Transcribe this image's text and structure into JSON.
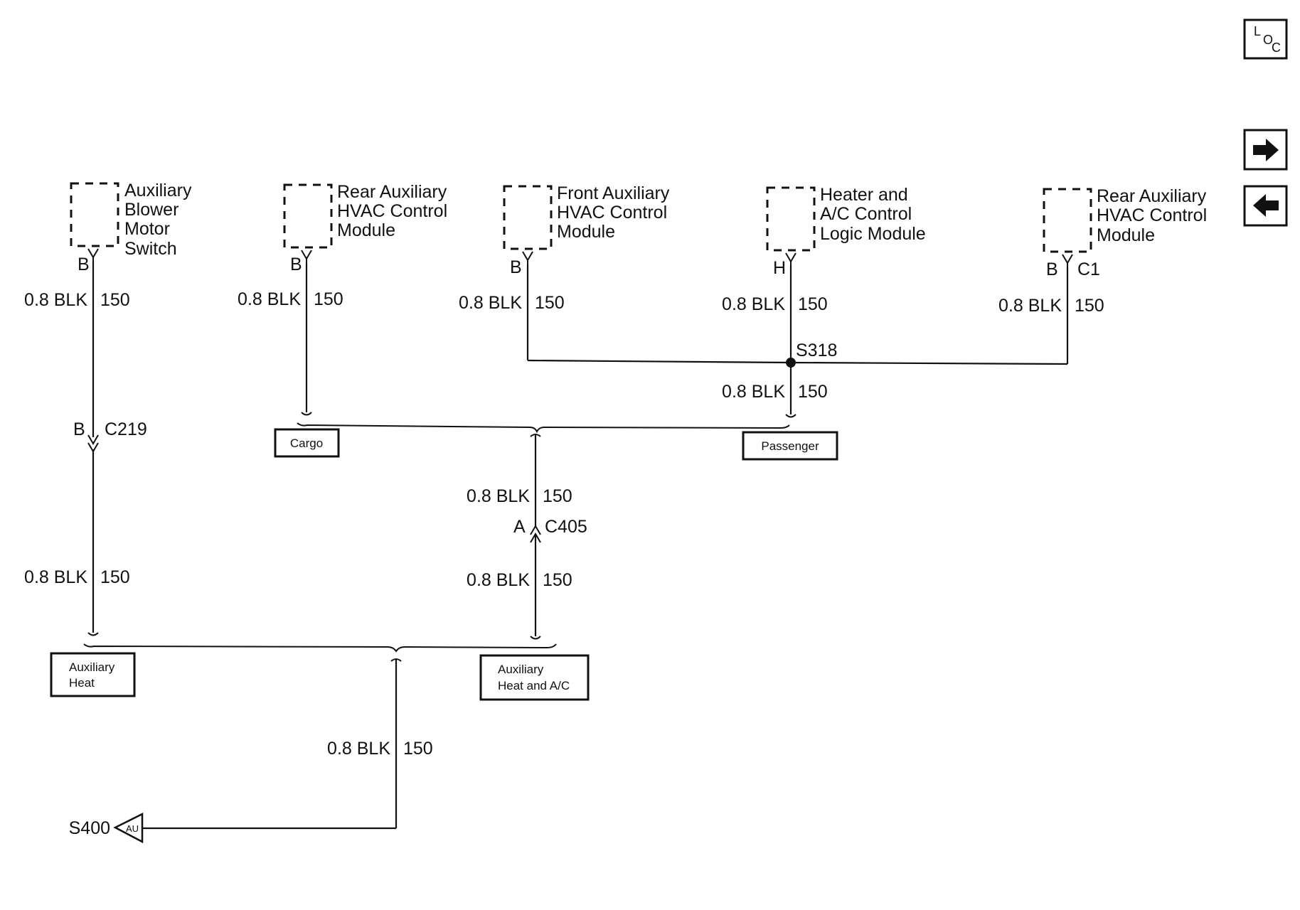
{
  "nav": {
    "loc_button": {
      "l": "L",
      "o": "O",
      "c": "C",
      "icon": "loc-icon"
    },
    "next_button": {
      "icon": "arrow-right-icon"
    },
    "prev_button": {
      "icon": "arrow-left-icon"
    }
  },
  "modules": [
    {
      "id": "aux-blower-motor-switch",
      "lines": [
        "Auxiliary",
        "Blower",
        "Motor",
        "Switch"
      ],
      "pin": "B",
      "connector": ""
    },
    {
      "id": "rear-aux-hvac-module-1",
      "lines": [
        "Rear Auxiliary",
        "HVAC Control",
        "Module"
      ],
      "pin": "B",
      "connector": ""
    },
    {
      "id": "front-aux-hvac-module",
      "lines": [
        "Front Auxiliary",
        "HVAC Control",
        "Module"
      ],
      "pin": "B",
      "connector": ""
    },
    {
      "id": "heater-ac-logic-module",
      "lines": [
        "Heater and",
        "A/C Control",
        "Logic Module"
      ],
      "pin": "H",
      "connector": ""
    },
    {
      "id": "rear-aux-hvac-module-2",
      "lines": [
        "Rear Auxiliary",
        "HVAC Control",
        "Module"
      ],
      "pin": "B",
      "connector": "C1"
    }
  ],
  "wire_labels": {
    "w1": {
      "gauge": "0.8 BLK",
      "circuit": "150"
    },
    "w2": {
      "gauge": "0.8 BLK",
      "circuit": "150"
    },
    "w3": {
      "gauge": "0.8 BLK",
      "circuit": "150"
    },
    "w4": {
      "gauge": "0.8 BLK",
      "circuit": "150"
    },
    "w5": {
      "gauge": "0.8 BLK",
      "circuit": "150"
    },
    "w6": {
      "gauge": "0.8 BLK",
      "circuit": "150"
    },
    "w7": {
      "gauge": "0.8 BLK",
      "circuit": "150"
    },
    "w8": {
      "gauge": "0.8 BLK",
      "circuit": "150"
    },
    "w9": {
      "gauge": "0.8 BLK",
      "circuit": "150"
    },
    "w10": {
      "gauge": "0.8 BLK",
      "circuit": "150"
    }
  },
  "connectors": {
    "c219": {
      "pin": "B",
      "name": "C219"
    },
    "c405": {
      "pin": "A",
      "name": "C405"
    }
  },
  "splices": {
    "s318": "S318",
    "s400": "S400",
    "s400_tag": "AU"
  },
  "options": {
    "cargo": "Cargo",
    "passenger": "Passenger",
    "aux_heat": [
      "Auxiliary",
      "Heat"
    ],
    "aux_heat_ac": [
      "Auxiliary",
      "Heat and A/C"
    ]
  }
}
